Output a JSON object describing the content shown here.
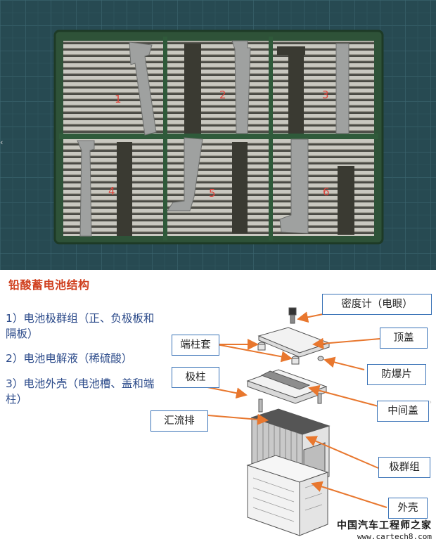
{
  "photo": {
    "cell_numbers": [
      "1",
      "2",
      "3",
      "4",
      "5",
      "6"
    ]
  },
  "title": "铅酸蓄电池结构",
  "items": [
    "1）电池极群组（正、负极板和隔板）",
    "2）电池电解液（稀硫酸）",
    "3）电池外壳（电池槽、盖和端柱）"
  ],
  "labels": {
    "density_meter": "密度计（电眼）",
    "top_cover": "顶盖",
    "terminal_sleeve": "端柱套",
    "explosion_proof": "防爆片",
    "pole": "极柱",
    "middle_cover": "中间盖",
    "busbar": "汇流排",
    "plate_group": "极群组",
    "shell": "外壳"
  },
  "watermark": {
    "cn": "中国汽车工程师之家",
    "url": "www.cartech8.com"
  },
  "colors": {
    "title": "#d0401f",
    "body_text": "#2b4a8a",
    "label_border": "#3a73b7",
    "arrow": "#e8772e",
    "cell_number": "#e0443a"
  }
}
